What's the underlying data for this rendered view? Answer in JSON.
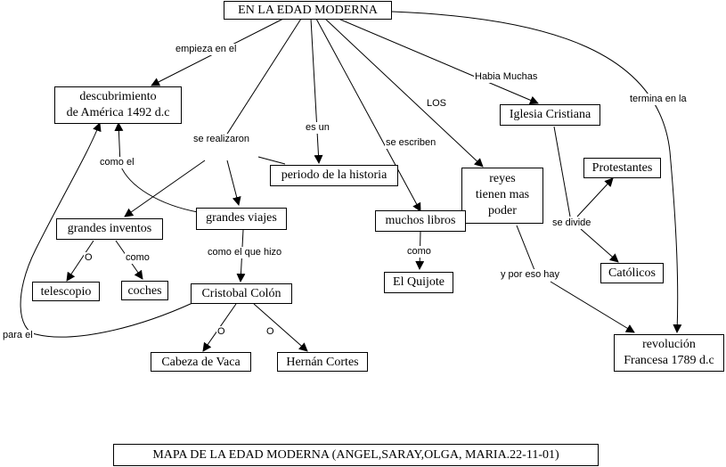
{
  "nodes": {
    "root": "EN LA EDAD MODERNA",
    "descubrimiento_1": "descubrimiento",
    "descubrimiento_2": "de América 1492 d.c",
    "periodo": "periodo de la historia",
    "iglesia": "Iglesia Cristiana",
    "protestantes": "Protestantes",
    "catolicos": "Católicos",
    "reyes_1": "reyes",
    "reyes_2": "tienen mas",
    "reyes_3": "poder",
    "grandes_inventos": "grandes inventos",
    "grandes_viajes": "grandes viajes",
    "muchos_libros": "muchos libros",
    "telescopio": "telescopio",
    "coches": "coches",
    "cristobal": "Cristobal  Colón",
    "quijote": "El Quijote",
    "cabeza": "Cabeza de Vaca",
    "hernan": "Hernán Cortes",
    "revolucion_1": "revolución",
    "revolucion_2": "Francesa 1789 d.c",
    "caption": "MAPA DE LA EDAD MODERNA (ANGEL,SARAY,OLGA,  MARIA.22-11-01)"
  },
  "links": {
    "empieza": "empieza en el",
    "habia": "Habia Muchas",
    "termina": "termina en la",
    "los": "LOS",
    "esun": "es un",
    "serealizaron": "se realizaron",
    "comoel": "como el",
    "seescriben": "se escriben",
    "sedivide": "se divide",
    "o1": "O",
    "como1": "como",
    "comoelquehizo": "como el que hizo",
    "como2": "como",
    "yporesohay": "y   por eso hay",
    "parael": "para el",
    "o2": "O",
    "o3": "O"
  }
}
